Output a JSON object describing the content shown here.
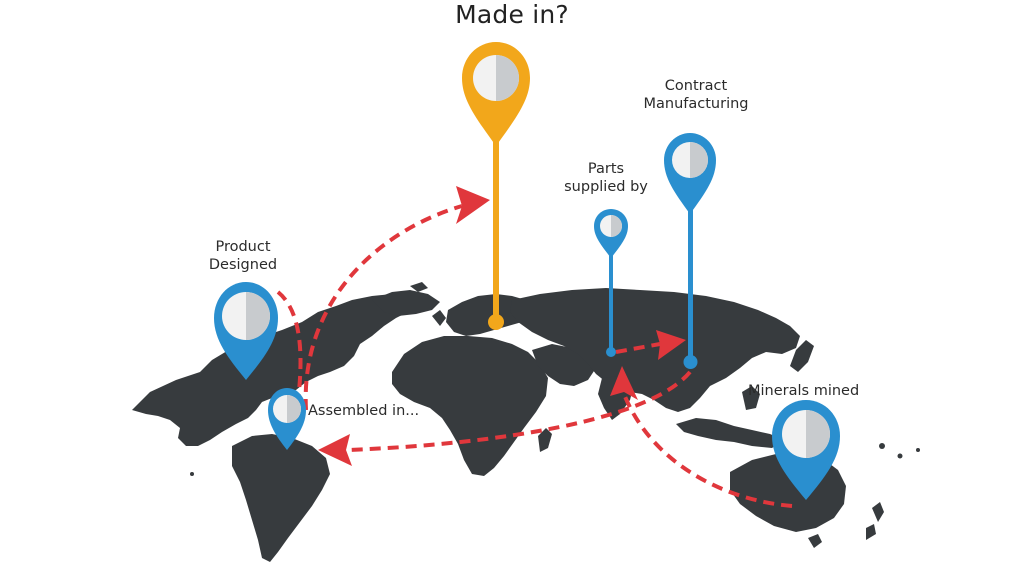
{
  "title": "Made in?",
  "labels": {
    "product_designed_line1": "Product",
    "product_designed_line2": "Designed",
    "assembled_in": "Assembled in...",
    "parts_supplied_line1": "Parts",
    "parts_supplied_line2": "supplied by",
    "contract_line1": "Contract",
    "contract_line2": "Manufacturing",
    "minerals_mined": "Minerals mined"
  },
  "colors": {
    "land": "#373b3e",
    "pin_blue": "#2a8fcf",
    "pin_orange": "#f2a71b",
    "pin_inner_light": "#f2f2f2",
    "pin_inner_shade": "#c8cbce",
    "route_red": "#e0373c"
  },
  "icons": [
    "map-pin-icon",
    "arrow-head-icon"
  ]
}
